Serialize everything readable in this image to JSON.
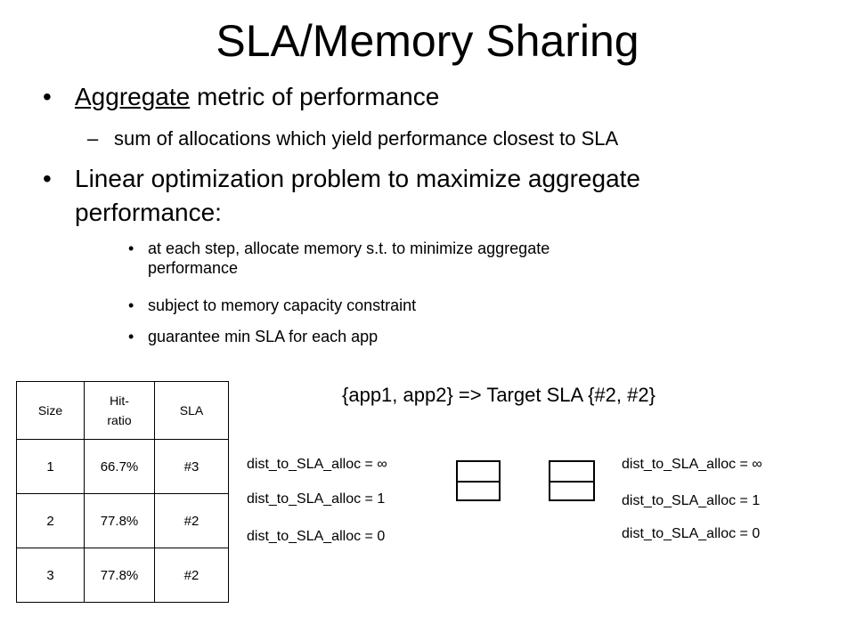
{
  "title": "SLA/Memory Sharing",
  "bullets": {
    "b1_underlined": "Aggregate",
    "b1_rest": " metric of performance",
    "b1_sub": "sum of allocations which yield performance closest to SLA",
    "b2_line1": "Linear optimization problem to maximize aggregate",
    "b2_line2": "performance:",
    "b2_sub1_line1": "at each step, allocate memory s.t. to minimize aggregate",
    "b2_sub1_line2": "performance",
    "b2_sub2": "subject to memory capacity constraint",
    "b2_sub3": "guarantee min SLA for each app"
  },
  "table": {
    "headers": [
      "Size",
      "Hit-ratio",
      "SLA"
    ],
    "header_hit_line1": "Hit-",
    "header_hit_line2": "ratio",
    "rows": [
      [
        "1",
        "66.7%",
        "#3"
      ],
      [
        "2",
        "77.8%",
        "#2"
      ],
      [
        "3",
        "77.8%",
        "#2"
      ]
    ]
  },
  "target_text": "{app1, app2} => Target SLA {#2, #2}",
  "left_labels": [
    "dist_to_SLA_alloc = ∞",
    "dist_to_SLA_alloc = 1",
    "dist_to_SLA_alloc = 0"
  ],
  "right_labels": [
    "dist_to_SLA_alloc = ∞",
    "dist_to_SLA_alloc = 1",
    "dist_to_SLA_alloc = 0"
  ]
}
